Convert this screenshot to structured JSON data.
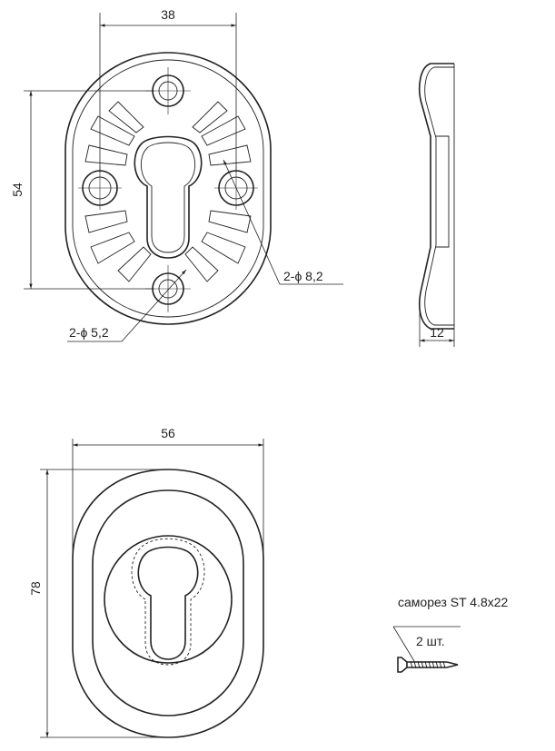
{
  "dimensions": {
    "top_width": "38",
    "top_height": "54",
    "large_hole": "2-ϕ 8,2",
    "small_hole": "2-ϕ 5,2",
    "side_depth": "12",
    "front_width": "56",
    "front_height": "78"
  },
  "screw": {
    "name": "саморез ST 4.8x22",
    "quantity": "2 шт."
  }
}
